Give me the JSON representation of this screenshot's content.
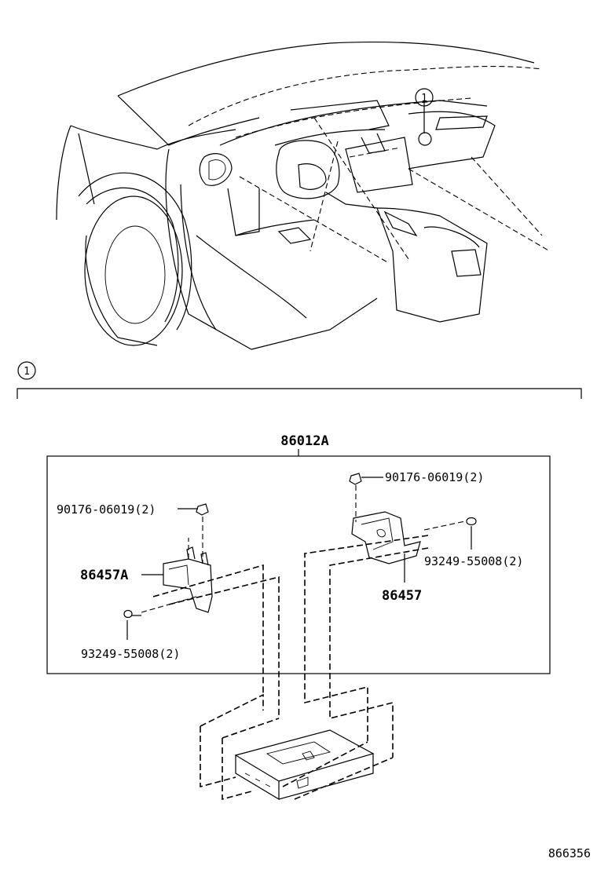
{
  "callout": {
    "number": "1"
  },
  "section": {
    "number": "1"
  },
  "assembly": {
    "part_number": "86012A"
  },
  "parts": {
    "nut_left": "90176-06019(2)",
    "nut_right": "90176-06019(2)",
    "bracket_left": "86457A",
    "bracket_right": "86457",
    "screw_left": "93249-55008(2)",
    "screw_right": "93249-55008(2)"
  },
  "diagram_id": "866356"
}
